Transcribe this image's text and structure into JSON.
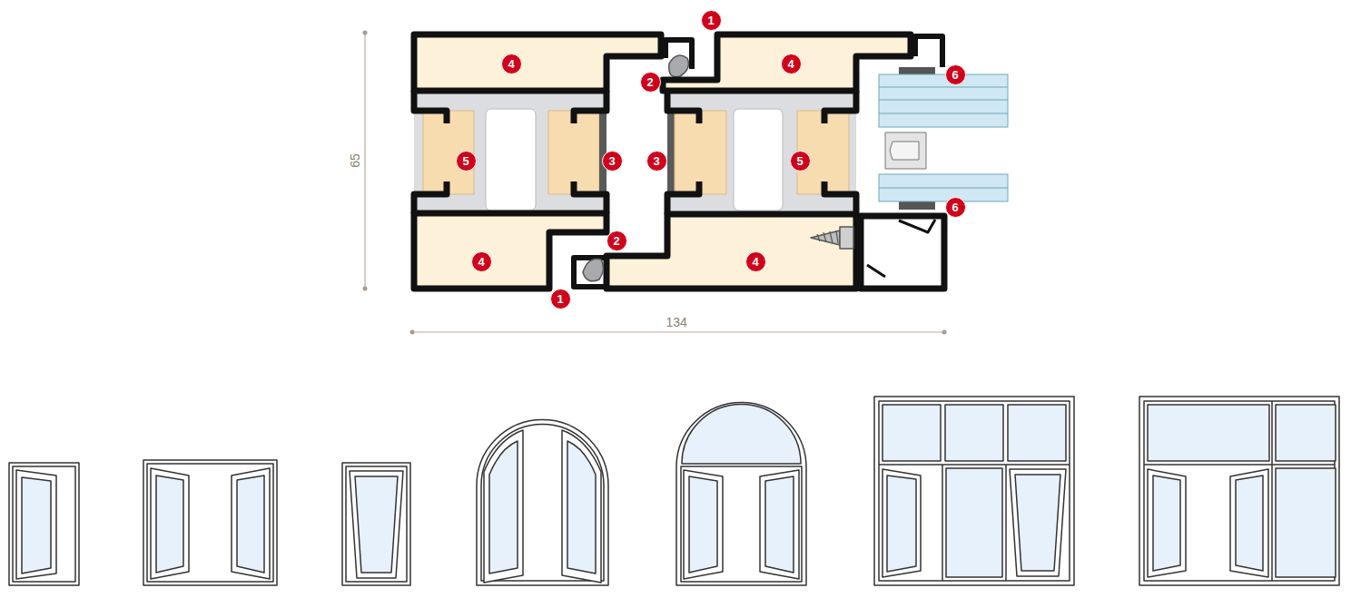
{
  "diagram": {
    "labels": [
      "1",
      "4",
      "4",
      "6",
      "2",
      "5",
      "3",
      "3",
      "5",
      "6",
      "2",
      "4",
      "4",
      "1",
      "65",
      "134"
    ]
  }
}
